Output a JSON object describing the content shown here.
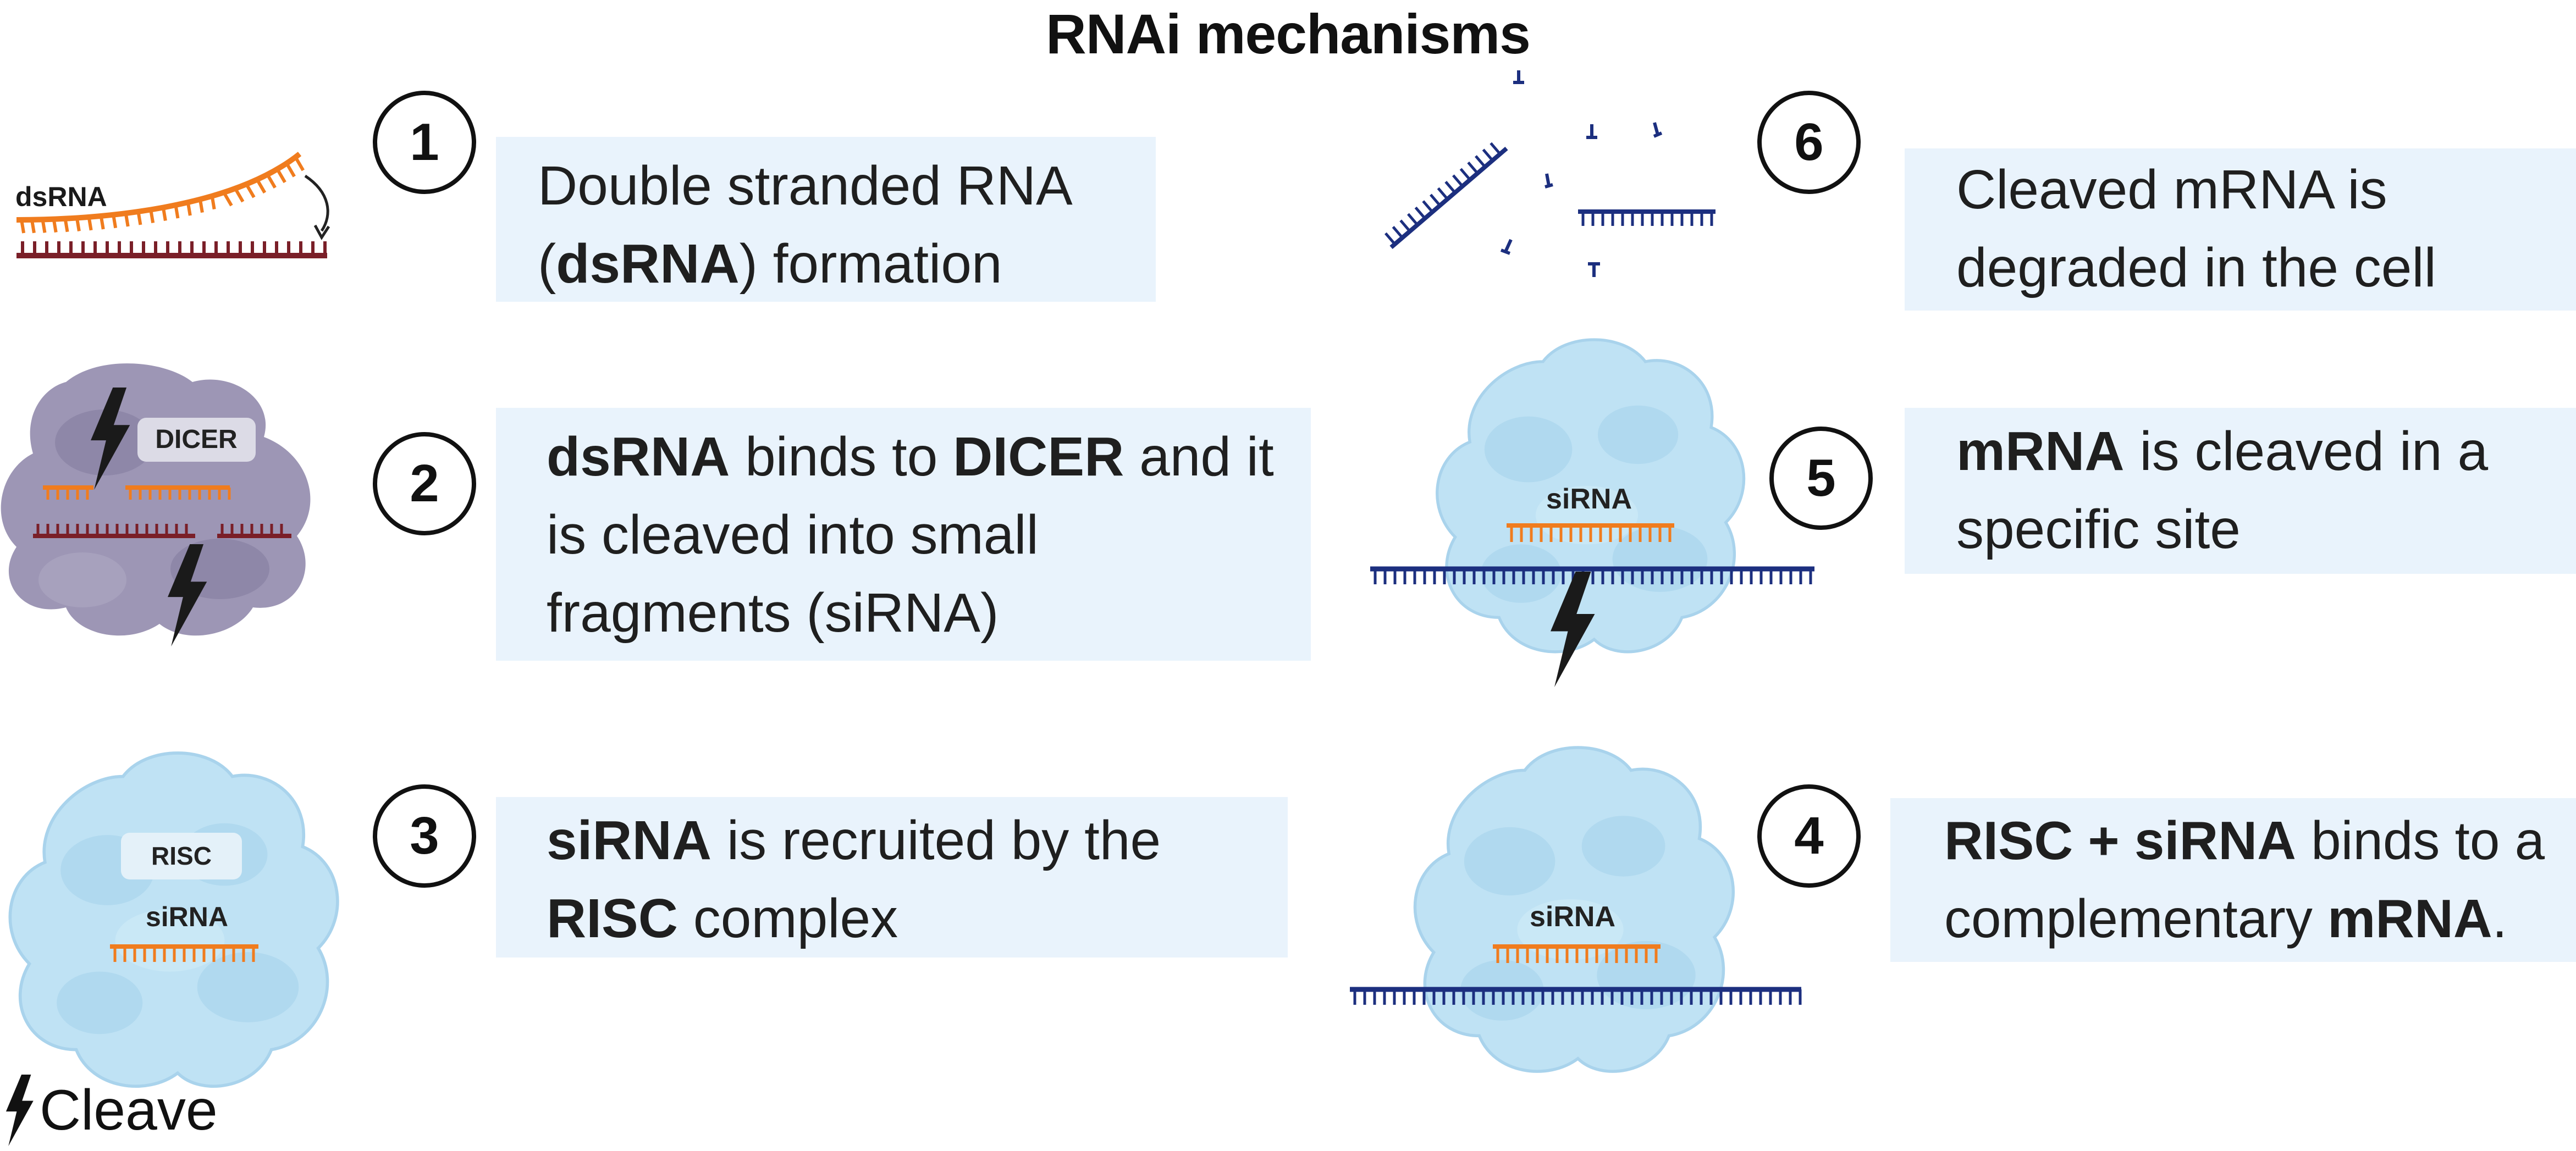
{
  "title": "RNAi mechanisms",
  "steps": [
    {
      "number": "1",
      "bold_1": "",
      "text_1": "Double stranded RNA (",
      "bold_2": "dsRNA",
      "text_2": ") formation",
      "bold_3": "",
      "text_3": ""
    },
    {
      "number": "2",
      "bold_1": "dsRNA",
      "text_1": " binds to ",
      "bold_2": "DICER",
      "text_2": " and it is cleaved into small fragments (siRNA)",
      "bold_3": "",
      "text_3": ""
    },
    {
      "number": "3",
      "bold_1": "siRNA",
      "text_1": " is recruited by the ",
      "bold_2": "RISC",
      "text_2": " complex",
      "bold_3": "",
      "text_3": ""
    },
    {
      "number": "4",
      "bold_1": "RISC + siRNA",
      "text_1": " binds to a complementary ",
      "bold_2": "mRNA",
      "text_2": ".",
      "bold_3": "",
      "text_3": ""
    },
    {
      "number": "5",
      "bold_1": "mRNA",
      "text_1": " is cleaved in a specific site",
      "bold_2": "",
      "text_2": "",
      "bold_3": "",
      "text_3": ""
    },
    {
      "number": "6",
      "bold_1": "",
      "text_1": "Cleaved mRNA is degraded in the cell",
      "bold_2": "",
      "text_2": "",
      "bold_3": "",
      "text_3": ""
    }
  ],
  "illustration_labels": {
    "dsrna": "dsRNA",
    "dicer": "DICER",
    "risc": "RISC",
    "sirna": "siRNA"
  },
  "legend": {
    "icon": "lightning-bolt-icon",
    "label": "Cleave"
  },
  "colors": {
    "sirna_strand": "#f07c1e",
    "mrna_strand": "#1c2f7f",
    "dsrna_partner": "#7a1f28",
    "dicer_fill": "#9d96b5",
    "risc_fill": "#bfe2f4",
    "box_fill": "#e9f3fc"
  }
}
